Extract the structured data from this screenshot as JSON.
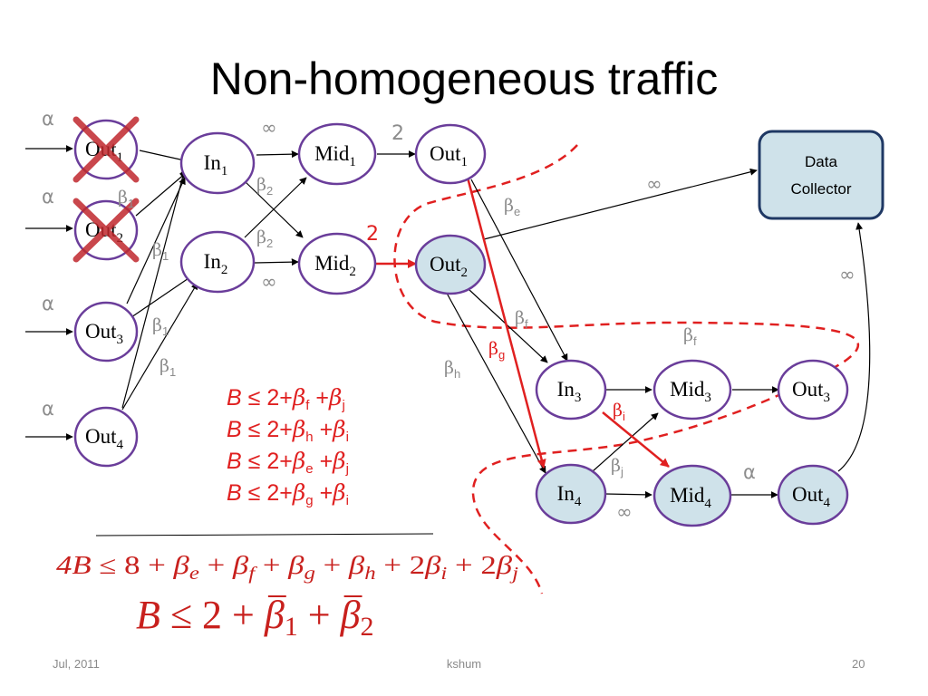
{
  "title": "Non-homogeneous traffic",
  "footer": {
    "date": "Jul, 2011",
    "author": "kshum",
    "page": "20"
  },
  "colors": {
    "node_border": "#6a3d9a",
    "node_fill_plain": "#ffffff",
    "node_fill_shaded": "#cfe2ea",
    "collector_border": "#1f3864",
    "red": "#e02020",
    "gray_label": "#8c8c8c"
  },
  "nodes": {
    "src_out1": {
      "base": "Out",
      "sub": "1"
    },
    "src_out2": {
      "base": "Out",
      "sub": "2"
    },
    "src_out3": {
      "base": "Out",
      "sub": "3"
    },
    "src_out4": {
      "base": "Out",
      "sub": "4"
    },
    "in1": {
      "base": "In",
      "sub": "1"
    },
    "in2": {
      "base": "In",
      "sub": "2"
    },
    "mid1": {
      "base": "Mid",
      "sub": "1"
    },
    "mid2": {
      "base": "Mid",
      "sub": "2"
    },
    "out1": {
      "base": "Out",
      "sub": "1"
    },
    "out2": {
      "base": "Out",
      "sub": "2"
    },
    "in3": {
      "base": "In",
      "sub": "3"
    },
    "mid3": {
      "base": "Mid",
      "sub": "3"
    },
    "out3": {
      "base": "Out",
      "sub": "3"
    },
    "in4": {
      "base": "In",
      "sub": "4"
    },
    "mid4": {
      "base": "Mid",
      "sub": "4"
    },
    "out4": {
      "base": "Out",
      "sub": "4"
    }
  },
  "collector": {
    "line1": "Data",
    "line2": "Collector"
  },
  "edge_labels": {
    "alpha": "α",
    "infinity": "∞",
    "two": "2",
    "beta": "β",
    "sub_1": "1",
    "sub_2": "2",
    "sub_e": "e",
    "sub_f": "f",
    "sub_g": "g",
    "sub_h": "h",
    "sub_i": "i",
    "sub_j": "j"
  },
  "inequalities": [
    {
      "lhs": "B",
      "rel": "≤",
      "const": "2+",
      "b1": "f",
      "b2": "j"
    },
    {
      "lhs": "B",
      "rel": "≤",
      "const": "2+",
      "b1": "h",
      "b2": "i"
    },
    {
      "lhs": "B",
      "rel": "≤",
      "const": "2+",
      "b1": "e",
      "b2": "j"
    },
    {
      "lhs": "B",
      "rel": "≤",
      "const": "2+",
      "b1": "g",
      "b2": "i"
    }
  ],
  "sum_formula": {
    "lead": "4B",
    "rel": "≤",
    "const": "8",
    "plus": "+",
    "beta": "β",
    "two": "2",
    "subs": [
      "e",
      "f",
      "g",
      "h",
      "i",
      "j"
    ]
  },
  "final_formula": {
    "lhs": "B",
    "rel": "≤",
    "const": "2",
    "plus": "+",
    "beta": "β",
    "sub1": "1",
    "sub2": "2"
  }
}
